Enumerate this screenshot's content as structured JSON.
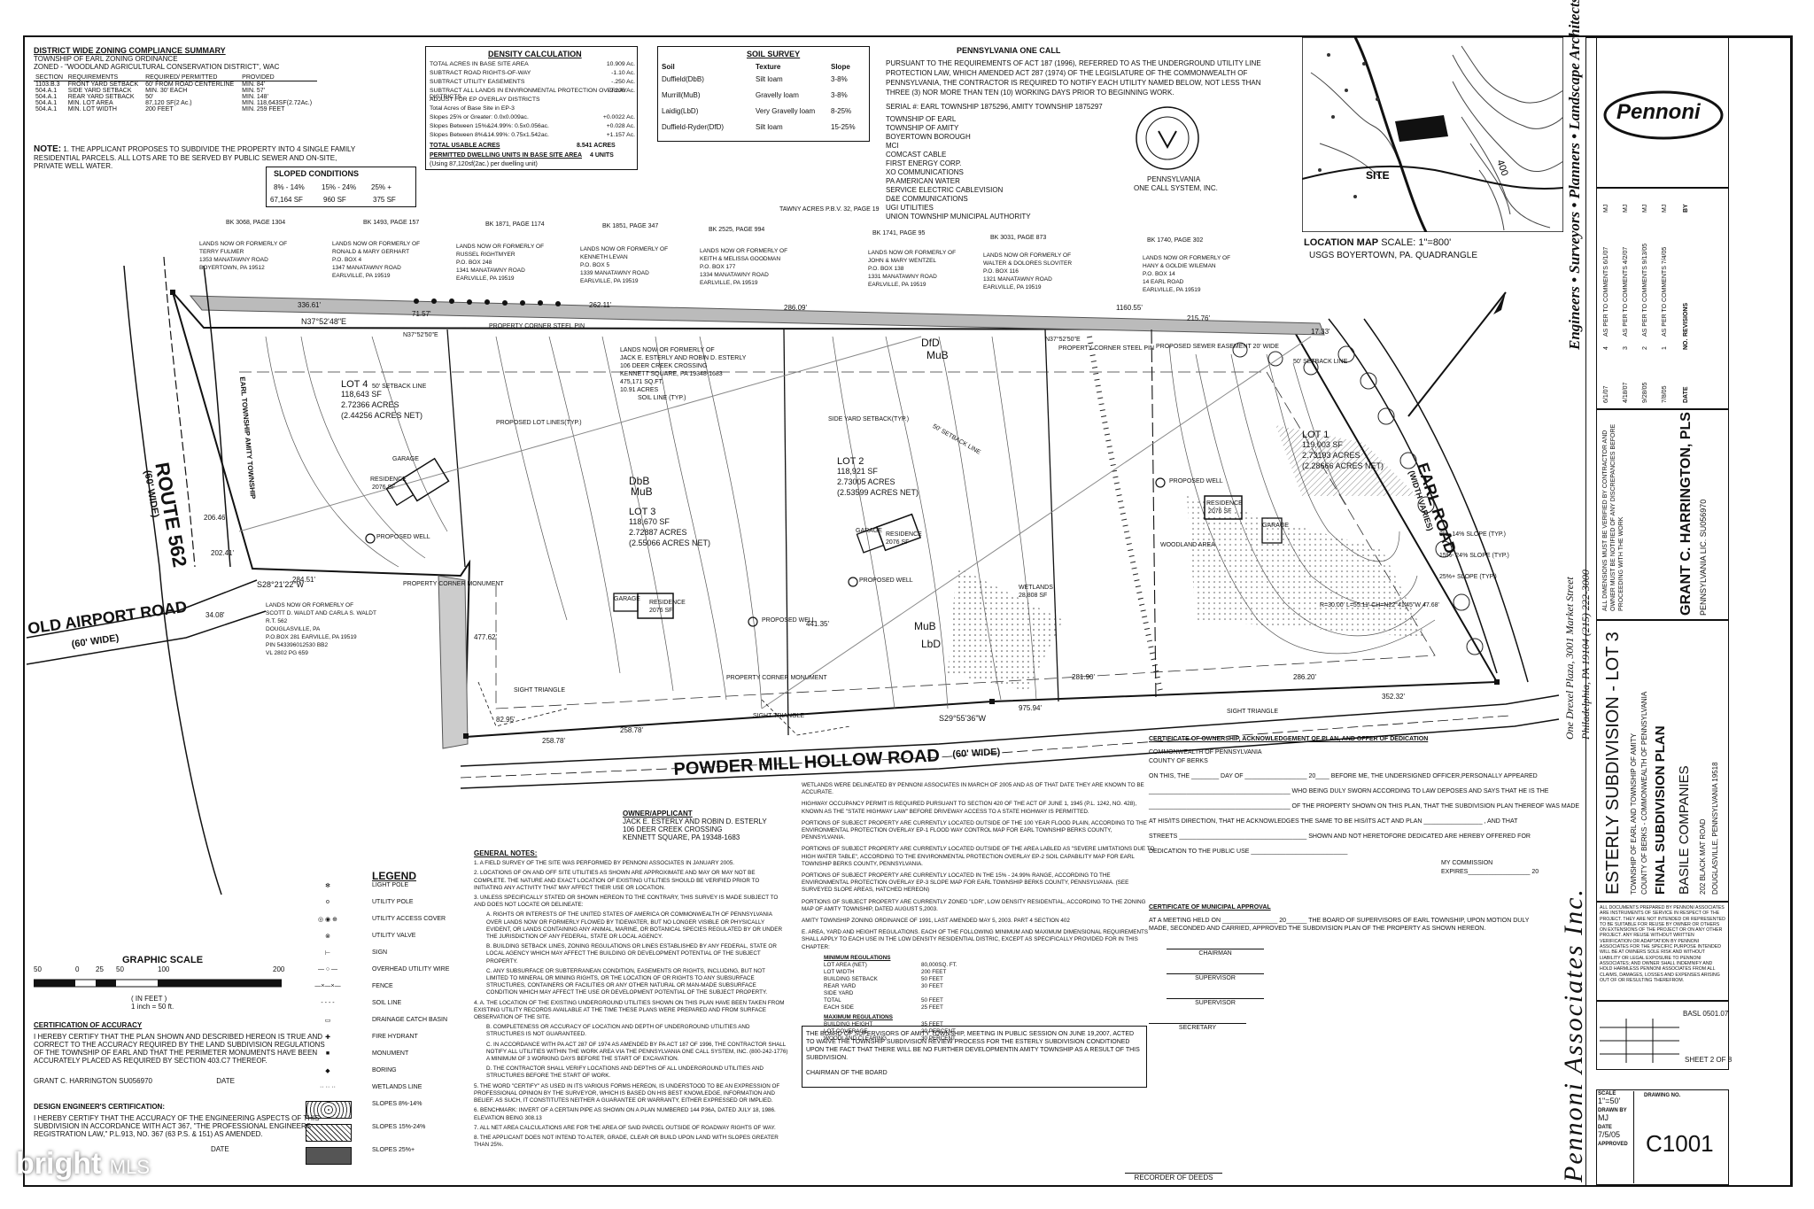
{
  "zoning": {
    "title": "DISTRICT WIDE ZONING COMPLIANCE SUMMARY",
    "line1": "TOWNSHIP OF EARL ZONING ORDINANCE",
    "line2": "ZONED - \"WOODLAND AGRICULTURAL CONSERVATION DISTRICT\", WAC",
    "headers": [
      "SECTION",
      "REQUIREMENTS",
      "REQUIRED/ PERMITTED",
      "PROVIDED"
    ],
    "rows": [
      [
        "1103.B.3",
        "FRONT YARD SETBACK",
        "60' FROM ROAD CENTERLINE",
        "MIN. 84'"
      ],
      [
        "504.A.1",
        "SIDE YARD SETBACK",
        "MIN. 30' EACH",
        "MIN. 57'"
      ],
      [
        "504.A.1",
        "REAR YARD SETBACK",
        "50'",
        "MIN. 148'"
      ],
      [
        "504.A.1",
        "MIN. LOT AREA",
        "87,120 SF(2 Ac.)",
        "MIN. 118,643SF(2.72Ac.)"
      ],
      [
        "504.A.1",
        "MIN. LOT WIDTH",
        "200 FEET",
        "MIN. 259 FEET"
      ]
    ],
    "note_label": "NOTE:",
    "note": "1. THE APPLICANT PROPOSES TO SUBDIVIDE THE PROPERTY INTO 4 SINGLE FAMILY RESIDENTIAL PARCELS. ALL LOTS ARE TO BE SERVED BY PUBLIC SEWER AND ON-SITE, PRIVATE WELL WATER."
  },
  "sloped": {
    "title": "SLOPED CONDITIONS",
    "headers": [
      "8% - 14%",
      "15% - 24%",
      "25% +"
    ],
    "values": [
      "67,164 SF",
      "960 SF",
      "375 SF"
    ]
  },
  "density": {
    "title": "DENSITY CALCULATION",
    "rows": [
      [
        "TOTAL ACRES IN BASE SITE AREA",
        "10.909 Ac."
      ],
      [
        "SUBTRACT ROAD RIGHTS-OF-WAY",
        "-1.10 Ac."
      ],
      [
        "SUBTRACT UTILITY EASEMENTS",
        "-.250 Ac."
      ],
      [
        "SUBTRACT ALL LANDS IN ENVIRONMENTAL PROTECTION OVERLAY DISTRICTS",
        "-2.205 Ac."
      ],
      [
        "ADJUST FOR EP OVERLAY DISTRICTS",
        ""
      ],
      [
        "Total Acres of Base Site in EP-3",
        ""
      ],
      [
        "Slopes 25% or Greater: 0.0x0.009ac.",
        "+0.0022 Ac."
      ],
      [
        "Slopes Between 15%&24.99%: 0.5x0.056ac.",
        "+0.028 Ac."
      ],
      [
        "Slopes Between 8%&14.99%: 0.75x1.542ac.",
        "+1.157 Ac."
      ]
    ],
    "usable_label": "TOTAL USABLE ACRES",
    "usable_value": "8.541 ACRES",
    "permitted_label": "PERMITTED DWELLING UNITS IN BASE SITE AREA",
    "permitted_value": "4 UNITS",
    "permitted_note": "(Using 87,120sf(2ac.) per dwelling unit)"
  },
  "soil": {
    "title": "SOIL SURVEY",
    "headers": [
      "Soil",
      "Texture",
      "Slope"
    ],
    "rows": [
      [
        "Duffield(DbB)",
        "Silt loam",
        "3-8%"
      ],
      [
        "Murrill(MuB)",
        "Gravelly loam",
        "3-8%"
      ],
      [
        "Laidig(LbD)",
        "Very Gravelly loam",
        "8-25%"
      ],
      [
        "Duffield-Ryder(DfD)",
        "Silt loam",
        "15-25%"
      ]
    ]
  },
  "onecall": {
    "title": "PENNSYLVANIA ONE CALL",
    "text": [
      "PURSUANT TO THE REQUIREMENTS OF ACT 187 (1996), REFERRED TO AS THE UNDERGROUND UTILITY LINE",
      "PROTECTION LAW, WHICH AMENDED ACT 287 (1974) OF THE LEGISLATURE OF THE COMMONWEALTH OF",
      "PENNSYLVANIA, THE CONTRACTOR IS REQUIRED TO NOTIFY EACH UTILITY NAMED BELOW, NOT LESS THAN",
      "THREE (3) NOR MORE THAN TEN (10) WORKING DAYS PRIOR TO BEGINNING WORK."
    ],
    "serial": "SERIAL #: EARL TOWNSHIP 1875296, AMITY TOWNSHIP 1875297",
    "utilities": [
      "TOWNSHIP OF EARL",
      "TOWNSHIP OF AMITY",
      "BOYERTOWN BOROUGH",
      "MCI",
      "COMCAST CABLE",
      "FIRST ENERGY CORP.",
      "XO COMMUNICATIONS",
      "PA AMERICAN WATER",
      "SERVICE ELECTRIC CABLEVISION",
      "D&E COMMUNICATIONS",
      "UGI UTILITIES",
      "UNION TOWNSHIP MUNICIPAL AUTHORITY"
    ],
    "seal_line1": "PENNSYLVANIA",
    "seal_line2": "ONE CALL SYSTEM, INC."
  },
  "location": {
    "title": "LOCATION MAP",
    "scale": "SCALE: 1\"=800'",
    "quad": "USGS BOYERTOWN, PA. QUADRANGLE",
    "site": "SITE",
    "contour": "400"
  },
  "plan": {
    "route562": "ROUTE 562",
    "route562_width": "(60' WIDE)",
    "old_airport": "OLD AIRPORT ROAD",
    "old_airport_width": "(60' WIDE)",
    "powder_mill": "POWDER MILL HOLLOW ROAD",
    "powder_mill_width": "(60' WIDE)",
    "earl_road": "EARL ROAD",
    "earl_road_width": "(WIDTH VARIES)",
    "township_line": "EARL TOWNSHIP AMITY TOWNSHIP",
    "lot4": [
      "LOT 4",
      "118,643 SF",
      "2.72366 ACRES",
      "(2.44256 ACRES NET)"
    ],
    "lot3": [
      "LOT 3",
      "118,670 SF",
      "2.72887 ACRES",
      "(2.55066 ACRES NET)"
    ],
    "lot2": [
      "LOT 2",
      "118,921 SF",
      "2.73005 ACRES",
      "(2.53599 ACRES NET)"
    ],
    "lot1": [
      "LOT 1",
      "119,003 SF",
      "2.73193 ACRES",
      "(2.28666 ACRES NET)"
    ],
    "residence": "RESIDENCE",
    "residence_size": "2076 SF",
    "garage": "GARAGE",
    "proposed_well": "PROPOSED WELL",
    "setback_50": "50' SETBACK LINE",
    "soil_line": "SOIL LINE (TYP.)",
    "proposed_lot_lines": "PROPOSED LOT LINES(TYP.)",
    "side_yard": "SIDE YARD SETBACK(TYP.)",
    "sewer_easement": "PROPOSED SEWER EASEMENT 20' WIDE",
    "woodland": "WOODLAND AREA",
    "wetlands": "WETLANDS",
    "wetlands_area": "28,808 SF",
    "sight_triangle": "SIGHT TRIANGLE",
    "property_corner_monument": "PROPERTY CORNER MONUMENT",
    "property_corner_pin": "PROPERTY CORNER STEEL PIN",
    "slope_text_1": "8%- 14% SLOPE (TYP.)",
    "slope_text_2": "15%- 24% SLOPE (TYP.)",
    "slope_text_3": "25%+ SLOPE (TYP.)",
    "bearing_north": "N37°52'48\"E",
    "bearing_1": "N37°52'50\"E",
    "bearing_2": "S28°21'22\"W",
    "bearing_3": "S29°55'36\"W",
    "curve": "R=30.00' L=55.11' CH=N22°41'45\"W 47.68'",
    "dims": [
      "336.61'",
      "262.11'",
      "286.09'",
      "1160.55'",
      "215.76'",
      "71.57'",
      "284.51'",
      "258.78'",
      "258.78'",
      "975.94'",
      "352.32'",
      "281.90'",
      "286.20'",
      "82.95'",
      "477.62'",
      "441.35'",
      "202.41'",
      "34.08'",
      "206.46'",
      "17.33'"
    ],
    "bk_labels": [
      "BK 3068, PAGE 1304",
      "BK 1493, PAGE 157",
      "BK 1871, PAGE 1174",
      "BK 1851, PAGE 347",
      "BK 2525, PAGE 994",
      "BK 1741, PAGE 95",
      "BK 3031, PAGE 873",
      "BK 1740, PAGE 302"
    ],
    "tawny": "TAWNY ACRES P.B.V. 32, PAGE 19",
    "owners": [
      [
        "LANDS NOW OR FORMERLY OF",
        "TERRY FULMER",
        "1353 MANATAWNY ROAD",
        "BOYERTOWN, PA 19512"
      ],
      [
        "LANDS NOW OR FORMERLY OF",
        "RONALD & MARY GERHART",
        "P.O. BOX 4",
        "1347 MANATAWNY ROAD",
        "EARLVILLE, PA 19519"
      ],
      [
        "LANDS NOW OR FORMERLY OF",
        "RUSSEL RIGHTMYER",
        "P.O. BOX 248",
        "1341 MANATAWNY ROAD",
        "EARLVILLE, PA 19519"
      ],
      [
        "LANDS NOW OR FORMERLY OF",
        "KENNETH LEVAN",
        "P.O. BOX 5",
        "1339 MANATAWNY ROAD",
        "EARLVILLE, PA 19519"
      ],
      [
        "LANDS NOW OR FORMERLY OF",
        "KEITH & MELISSA GOODMAN",
        "P.O. BOX 177",
        "1334 MANATAWNY ROAD",
        "EARLVILLE, PA 19519"
      ],
      [
        "LANDS NOW OR FORMERLY OF",
        "JOHN & MARY WENTZEL",
        "P.O. BOX 138",
        "1331 MANATAWNY ROAD",
        "EARLVILLE, PA 19519"
      ],
      [
        "LANDS NOW OR FORMERLY OF",
        "WALTER & DOLORES SLOVITER",
        "P.O. BOX 116",
        "1321 MANATAWNY ROAD",
        "EARLVILLE, PA 19519"
      ],
      [
        "LANDS NOW OR FORMERLY OF",
        "HANY & GOLDIE WILEMAN",
        "P.O. BOX 14",
        "14 EARL ROAD",
        "EARLVILLE, PA 19519"
      ]
    ],
    "subject": [
      "LANDS NOW OR FORMERLY OF",
      "JACK E. ESTERLY AND ROBIN D. ESTERLY",
      "106 DEER CREEK CROSSING",
      "KENNETT SQUARE, PA 19348-1683",
      "475,171 SQ.FT.",
      "10.91 ACRES"
    ],
    "waldt": [
      "LANDS NOW OR FORMERLY OF",
      "SCOTT D. WALDT AND CARLA S. WALDT",
      "R.T. 562",
      "DOUGLASVILLE, PA",
      "P.O.BOX 281 EARVILLE, PA 19519",
      "PIN 543396012530 BB2",
      "VL 2802 PG 659"
    ],
    "soils": [
      "DbB",
      "MuB",
      "DfD",
      "MuB",
      "MuB",
      "LbD"
    ]
  },
  "legend": {
    "title": "LEGEND",
    "items": [
      "LIGHT POLE",
      "UTILITY POLE",
      "UTILITY ACCESS COVER",
      "UTILITY VALVE",
      "SIGN",
      "OVERHEAD UTILITY WIRE",
      "FENCE",
      "SOIL LINE",
      "DRAINAGE CATCH BASIN",
      "FIRE HYDRANT",
      "MONUMENT",
      "BORING",
      "WETLANDS LINE",
      "SLOPES 8%-14%",
      "SLOPES 15%-24%",
      "SLOPES 25%+"
    ]
  },
  "graphic_scale": {
    "title": "GRAPHIC SCALE",
    "ticks": [
      "50",
      "0",
      "25",
      "50",
      "100",
      "200"
    ],
    "unit": "( IN FEET )",
    "ratio": "1 inch = 50 ft."
  },
  "accuracy": {
    "title": "CERTIFICATION OF ACCURACY",
    "text": "I HEREBY CERTIFY THAT THE PLAN SHOWN AND DESCRIBED HEREON IS TRUE AND CORRECT TO THE ACCURACY REQUIRED BY THE LAND SUBDIVISION REGULATIONS OF THE TOWNSHIP OF EARL AND THAT THE PERIMETER MONUMENTS HAVE BEEN ACCURATELY PLACED AS REQUIRED BY SECTION 403.C7 THEREOF.",
    "signer": "GRANT C. HARRINGTON  SU056970",
    "date_label": "DATE"
  },
  "engineer": {
    "title": "DESIGN ENGINEER'S CERTIFICATION:",
    "text": "I HEREBY CERTIFY THAT THE ACCURACY OF THE ENGINEERING ASPECTS OF THIS SUBDIVISION IN ACCORDANCE WITH ACT 367, \"THE PROFESSIONAL ENGINEERS REGISTRATION LAW,\" P.L.913, NO. 367 (63 P.S. & 151) AS AMENDED.",
    "date_label": "DATE"
  },
  "owner_applicant": {
    "title": "OWNER/APPLICANT",
    "lines": [
      "JACK E. ESTERLY AND ROBIN D. ESTERLY",
      "106 DEER CREEK CROSSING",
      "KENNETT SQUARE, PA 19348-1683"
    ]
  },
  "general_notes": {
    "title": "GENERAL NOTES:",
    "items": [
      "1.  A FIELD SURVEY OF THE SITE WAS PERFORMED BY PENNONI ASSOCIATES IN JANUARY 2005.",
      "2.  LOCATIONS OF ON AND OFF SITE UTILITIES AS SHOWN ARE APPROXIMATE AND MAY OR MAY NOT BE COMPLETE. THE NATURE AND EXACT LOCATION OF EXISTING UTILITIES SHOULD BE VERIFIED PRIOR TO INITIATING ANY ACTIVITY THAT MAY AFFECT THEIR USE OR LOCATION.",
      "3.  UNLESS SPECIFICALLY STATED OR SHOWN HEREON TO THE CONTRARY, THIS SURVEY IS MADE SUBJECT TO AND DOES NOT LOCATE OR DELINEATE:",
      "A.  RIGHTS OR INTERESTS OF THE UNITED STATES OF AMERICA OR COMMONWEALTH OF PENNSYLVANIA OVER LANDS NOW OR FORMERLY FLOWED BY TIDEWATER, BUT NO LONGER VISIBLE OR PHYSICALLY EVIDENT, OR LANDS CONTAINING ANY ANIMAL, MARINE, OR BOTANICAL SPECIES REGULATED BY OR UNDER THE JURISDICTION OF ANY FEDERAL, STATE OR LOCAL AGENCY.",
      "B.  BUILDING SETBACK LINES, ZONING REGULATIONS OR LINES ESTABLISHED BY ANY FEDERAL, STATE OR LOCAL AGENCY WHICH MAY AFFECT THE BUILDING OR DEVELOPMENT POTENTIAL OF THE SUBJECT PROPERTY.",
      "C.  ANY SUBSURFACE OR SUBTERRANEAN CONDITION, EASEMENTS OR RIGHTS, INCLUDING, BUT NOT LIMITED TO MINERAL OR MINING RIGHTS, OR THE LOCATION OF OR RIGHTS TO ANY SUBSURFACE STRUCTURES, CONTAINERS OR FACILITIES OR ANY OTHER NATURAL OR MAN-MADE SUBSURFACE CONDITION WHICH MAY AFFECT THE USE OR DEVELOPMENT POTENTIAL OF THE SUBJECT PROPERTY.",
      "4.  A. THE LOCATION OF THE EXISTING UNDERGROUND UTILITIES SHOWN ON THIS PLAN HAVE BEEN TAKEN FROM EXISTING UTILITY RECORDS AVAILABLE AT THE TIME THESE PLANS WERE PREPARED AND FROM SURFACE OBSERVATION OF THE SITE.",
      "B.  COMPLETENESS OR ACCURACY OF LOCATION AND DEPTH OF UNDERGROUND UTILITIES AND STRUCTURES IS NOT GUARANTEED.",
      "C.  IN ACCORDANCE WITH PA ACT 287 OF 1974 AS AMENDED BY PA ACT 187 OF 1996, THE CONTRACTOR SHALL NOTIFY ALL UTILITIES WITHIN THE WORK AREA VIA THE PENNSYLVANIA ONE CALL SYSTEM, INC. (800-242-1776) A MINIMUM OF 3 WORKING DAYS BEFORE THE START OF EXCAVATION.",
      "D.  THE CONTRACTOR SHALL VERIFY LOCATIONS AND DEPTHS OF ALL UNDERGROUND UTILITIES AND STRUCTURES BEFORE THE START OF WORK.",
      "5.  THE WORD \"CERTIFY\" AS USED IN ITS VARIOUS FORMS HEREON, IS UNDERSTOOD TO BE AN EXPRESSION OF PROFESSIONAL OPINION BY THE SURVEYOR, WHICH IS BASED ON HIS BEST KNOWLEDGE, INFORMATION AND BELIEF. AS SUCH, IT CONSTITUTES NEITHER A GUARANTEE OR WARRANTY, EITHER EXPRESSED OR IMPLIED.",
      "6.  BENCHMARK: INVERT OF A CERTAIN PIPE AS SHOWN ON A PLAN NUMBERED 144 P36A, DATED JULY 18, 1986. ELEVATION BEING 308.13",
      "7.  ALL NET AREA CALCULATIONS ARE FOR THE AREA OF SAID PARCEL OUTSIDE OF ROADWAY RIGHTS OF WAY.",
      "8.  THE APPLICANT DOES NOT INTEND TO ALTER, GRADE, CLEAR OR BUILD UPON LAND WITH SLOPES GREATER THAN 25%."
    ]
  },
  "middle_notes": {
    "lines": [
      "WETLANDS WERE DELINEATED BY PENNONI ASSOCIATES IN MARCH OF 2005 AND AS OF THAT DATE THEY ARE KNOWN TO BE ACCURATE.",
      "HIGHWAY OCCUPANCY PERMIT IS REQUIRED PURSUANT TO SECTION 420 OF THE ACT OF JUNE 1, 1945 (P.L. 1242, NO. 428), KNOWN AS THE \"STATE HIGHWAY LAW\" BEFORE DRIVEWAY ACCESS TO A STATE HIGHWAY IS PERMITTED.",
      "PORTIONS OF SUBJECT PROPERTY ARE CURRENTLY LOCATED OUTSIDE OF THE 100 YEAR FLOOD PLAIN, ACCORDING TO THE ENVIRONMENTAL PROTECTION OVERLAY EP-1 FLOOD WAY CONTROL MAP FOR EARL TOWNSHIP BERKS COUNTY, PENNSYLVANIA.",
      "PORTIONS OF SUBJECT PROPERTY ARE CURRENTLY LOCATED OUTSIDE OF THE AREA LABLED AS \"SEVERE LIMITATIONS DUE TO HIGH WATER TABLE\", ACCORDING TO THE ENVIRONMENTAL PROTECTION OVERLAY EP-2 SOIL CAPABILITY MAP FOR EARL TOWNSHIP BERKS COUNTY, PENNSYLVANIA.",
      "PORTIONS OF SUBJECT PROPERTY ARE CURRENTLY LOCATED IN THE 15% - 24.99% RANGE, ACCORDING TO THE ENVIRONMENTAL PROTECTION OVERLAY EP-3 SLOPE MAP FOR EARL TOWNSHIP BERKS COUNTY, PENNSYLVANIA. (SEE SURVEYED SLOPE AREAS, HATCHED HEREON)",
      "PORTIONS OF SUBJECT PROPERTY ARE CURRENTLY ZONED \"LDR\", LOW DENSITY RESIDENTIAL, ACCORDING TO THE ZONING MAP OF AMITY TOWNSHIP, DATED AUGUST 5,2003.",
      "AMITY TOWNSHIP ZONING ORDINANCE OF 1991, LAST AMENDED MAY 5, 2003. PART 4 SECTION 402",
      "E.  AREA, YARD AND HEIGHT REGULATIONS.  EACH OF THE FOLLOWING MINIMUM AND MAXIMUM DIMENSIONAL REQUIREMENTS SHALL APPLY TO EACH USE IN THE LOW DENSITY RESIDENTIAL DISTRIC, EXCEPT AS SPECIFICALLY PROVIDED FOR IN THIS CHAPTER:"
    ],
    "min_title": "MINIMUM REGULATIONS",
    "min_rows": [
      [
        "LOT AREA (NET)",
        "80,000SQ. FT."
      ],
      [
        "LOT WIDTH",
        "200 FEET"
      ],
      [
        "BUILDING SETBACK",
        "50 FEET"
      ],
      [
        "REAR YARD",
        "30 FEET"
      ],
      [
        "SIDE YARD",
        ""
      ],
      [
        "TOTAL",
        "50 FEET"
      ],
      [
        "EACH SIDE",
        "25 FEET"
      ]
    ],
    "max_title": "MAXIMUM REGULATIONS",
    "max_rows": [
      [
        "BUILDING HEIGHT",
        "35 FEET"
      ],
      [
        "LOT COVERAGE",
        "20 PERCENT"
      ],
      [
        "WOODLAND CLEARING",
        "30 PERCENT"
      ]
    ],
    "board_text": "THE BOARD OF SUPERVISORS OF AMITY TOWNSHIP, MEETING IN PUBLIC SESSION ON JUNE 19,2007, ACTED TO WAIVE THE TOWNSHIP SUBDIVISION REVIEW PROCESS FOR THE ESTERLY SUBDIVISION CONDITIONED UPON THE FACT THAT THERE WILL BE NO FURTHER DEVELOPMENTIN AMITY TOWNSHIP AS A RESULT OF THIS SUBDIVISION.",
    "chairman_board": "CHAIRMAN OF THE BOARD"
  },
  "ownership": {
    "title": "CERTIFICATE OF OWNERSHIP, ACKNOWLEDGEMENT OF PLAN, AND OFFER OF DEDICATION",
    "lines": [
      "COMMONWEALTH OF PENNSYLVANIA",
      "COUNTY OF BERKS",
      "ON THIS, THE ________ DAY OF __________________ 20____ BEFORE ME, THE UNDERSIGNED OFFICER,PERSONALLY APPEARED",
      "_________________________________________ WHO BEING DULY SWORN ACCORDING TO LAW DEPOSES AND SAYS THAT HE IS THE",
      "_________________________________________ OF THE PROPERTY SHOWN ON THIS PLAN, THAT THE SUBDIVISION PLAN THEREOF WAS MADE",
      "AT HIS/ITS DIRECTION, THAT HE ACKNOWLEDGES THE SAME TO BE HIS/ITS ACT AND PLAN _________________ , AND THAT",
      "STREETS _____________________________________ SHOWN AND NOT HERETOFORE DEDICATED ARE HEREBY OFFERED FOR",
      "DEDICATION TO THE PUBLIC USE ____________________________"
    ],
    "commission": "MY COMMISSION",
    "expires": "EXPIRES__________________ 20"
  },
  "municipal": {
    "title": "CERTIFICATE OF MUNICIPAL APPROVAL",
    "text": "AT A MEETING HELD ON ________________ 20______ THE BOARD OF SUPERVISORS OF EARL TOWNSHIP, UPON MOTION DULY MADE, SECONDED AND CARRIED, APPROVED THE SUBDIVISION PLAN OF THE PROPERTY AS SHOWN HEREON.",
    "signatures": [
      "CHAIRMAN",
      "SUPERVISOR",
      "SUPERVISOR",
      "SECRETARY"
    ],
    "recorder": "RECORDER OF DEEDS"
  },
  "title_block": {
    "company_vertical": "Pennoni   Associates   Inc.",
    "logo": "Pennoni",
    "tagline": "Engineers • Surveyors • Planners • Landscape Architects",
    "address1": "One Drexel Plaza, 3001 Market Street",
    "address2": "Philadelphia, PA 19104 (215) 222-3000",
    "project": "ESTERLY SUBDIVISION - LOT 3",
    "project_sub1": "TOWNSHIP OF EARL AND TOWNSHIP OF AMITY",
    "project_sub2": "COUNTY OF BERKS - COMMONWEALTH OF PENNSYLVANIA",
    "plan_type": "FINAL SUBDIVISION PLAN",
    "client": "BASILE COMPANIES",
    "client_addr1": "202 BLACK MAT ROAD",
    "client_addr2": "DOUGLASVILLE, PENNSYLVANIA 19518",
    "surveyor": "GRANT C. HARRINGTON, PLS",
    "license": "PENNSYLVANIA LIC. SU056970",
    "verify_note": "ALL DIMENSIONS MUST BE VERIFIED BY CONTRACTOR AND OWNER MUST BE NOTIFIED OF ANY DISCREPANCIES BEFORE PROCEEDING WITH THE WORK",
    "revisions": [
      [
        "6/1/07",
        "4",
        "AS PER TO COMMENTS 6/1/07",
        "MJ"
      ],
      [
        "4/18/07",
        "3",
        "AS PER TO COMMENTS 4/2/07",
        "MJ"
      ],
      [
        "9/28/05",
        "2",
        "AS PER TO COMMENTS 9/13/05",
        "MJ"
      ],
      [
        "7/8/05",
        "1",
        "AS PER TO COMMENTS 7/4/05",
        "MJ"
      ]
    ],
    "rev_headers": [
      "DATE",
      "NO.",
      "REVISIONS",
      "BY"
    ],
    "disclaimer": "ALL DOCUMENTS PREPARED BY PENNONI ASSOCIATES ARE INSTRUMENTS OF SERVICE IN RESPECT OF THE PROJECT. THEY ARE NOT INTENDED OR REPRESENTED TO BE SUITABLE FOR REUSE BY OWNER OR OTHERS ON EXTENSIONS OF THE PROJECT OR ON ANY OTHER PROJECT. ANY REUSE WITHOUT WRITTEN VERIFICATION OR ADAPTATION BY PENNONI ASSOCIATES FOR THE SPECIFIC PURPOSE INTENDED WILL BE AT OWNERS SOLE RISK AND WITHOUT LIABILITY OR LEGAL EXPOSURE TO PENNONI ASSOCIATES; AND OWNER SHALL INDEMNIFY AND HOLD HARMLESS PENNONI ASSOCIATES FROM ALL CLAIMS, DAMAGES, LOSSES AND EXPENSES ARISING OUT OF OR RESULTING THEREFROM.",
    "job_no": "BASL 0501.07",
    "sheet": "SHEET 2 OF 8",
    "scale_label": "SCALE",
    "scale": "1\"=50'",
    "drawn_label": "DRAWN BY",
    "drawn": "MJ",
    "date_label": "DATE",
    "date": "7/5/05",
    "approved_label": "APPROVED",
    "drawing_no_label": "DRAWING NO.",
    "drawing_no": "C1001"
  },
  "watermark": {
    "brand": "bright",
    "suffix": "MLS"
  }
}
